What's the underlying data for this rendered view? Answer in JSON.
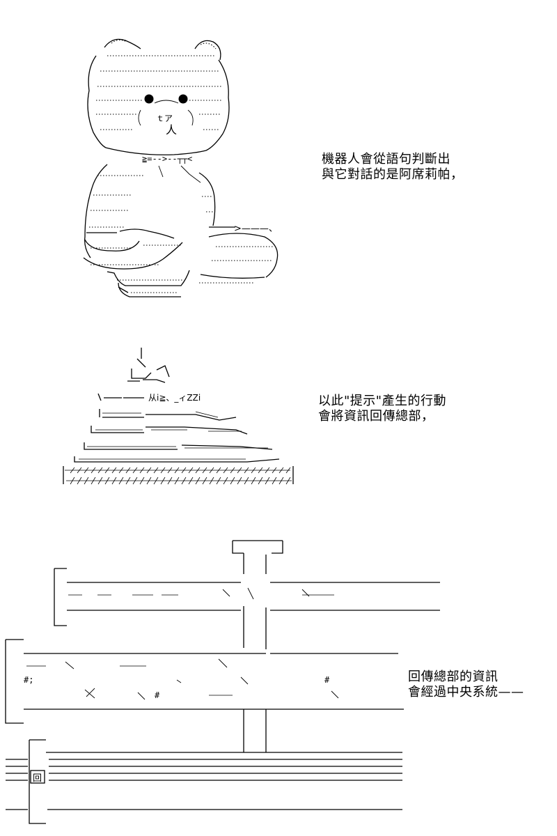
{
  "captions": {
    "panel_1": [
      "機器人會從語句判斷出",
      "與它對話的是阿席莉帕，"
    ],
    "panel_2": [
      "以此\"提示\"產生的行動",
      "會將資訊回傳總部，"
    ],
    "panel_3": [
      "回傳總部的資訊",
      "會經過中央系統——"
    ]
  },
  "art_text": {
    "bear_face": "ｔア",
    "bear_nose": "人",
    "bear_chest": "≧=-->--┬┬<",
    "bear_arm_out": ">———、",
    "mound_row": "从i≧、_ィZZi",
    "cable_symbol": "回"
  }
}
